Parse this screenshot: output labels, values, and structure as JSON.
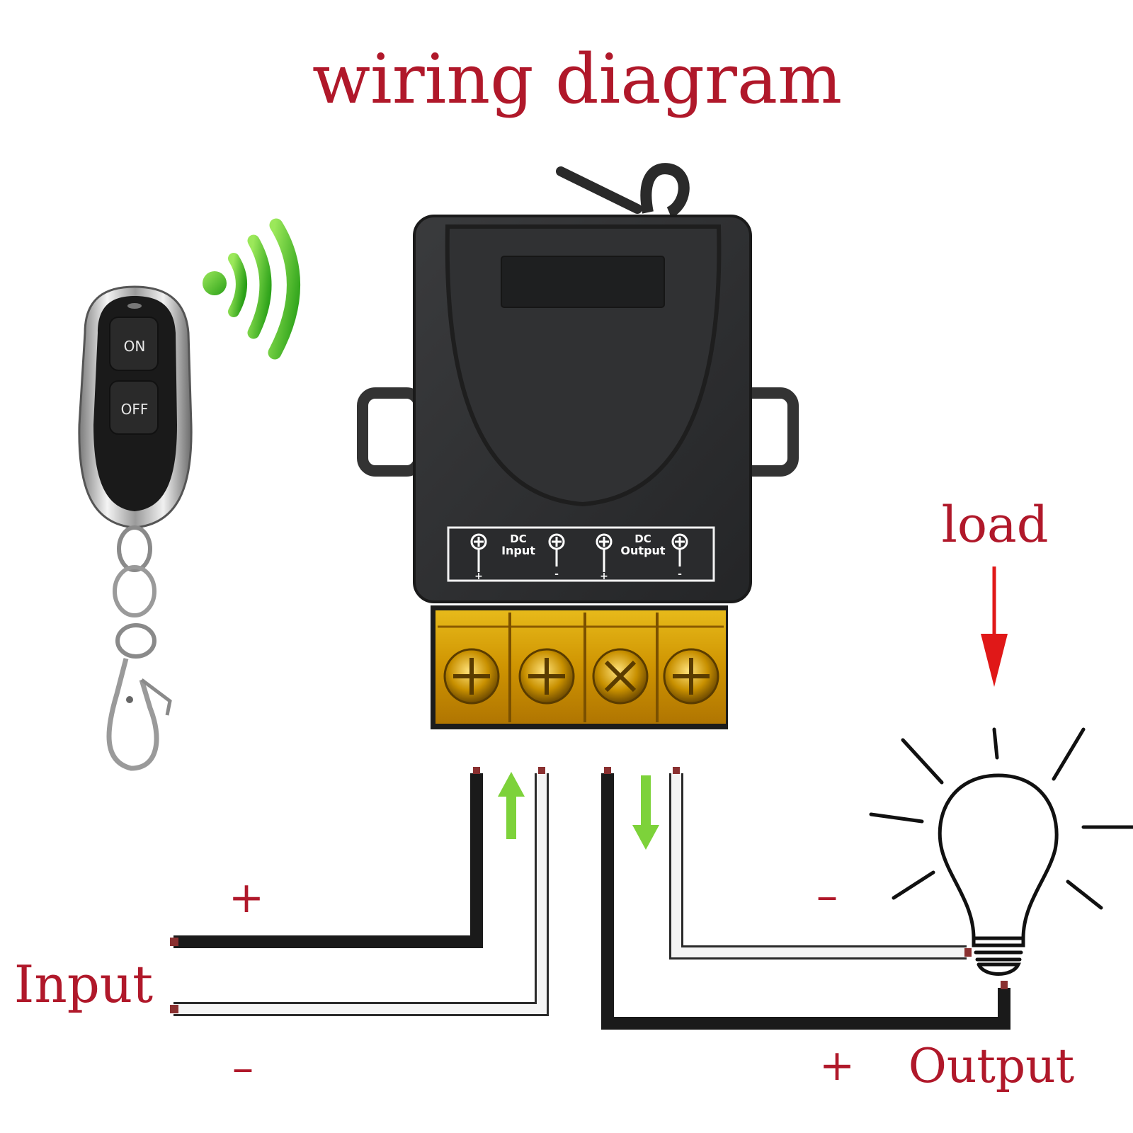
{
  "title": "wiring diagram",
  "remote": {
    "on_label": "ON",
    "off_label": "OFF"
  },
  "module": {
    "input_label_top": "DC",
    "input_label_bottom": "Input",
    "output_label_top": "DC",
    "output_label_bottom": "Output",
    "terminal_signs": [
      "+",
      "-",
      "+",
      "-"
    ]
  },
  "labels": {
    "load": "load",
    "input": "Input",
    "output": "Output",
    "input_plus": "+",
    "input_minus": "–",
    "output_minus": "–",
    "output_plus": "+"
  },
  "colors": {
    "title_red": "#b0182a",
    "signal_green": "#3fbf1f",
    "arrow_green": "#7dd23a",
    "load_arrow_red": "#e01818",
    "module_body": "#2e2f31",
    "terminal_amber": "#e0a800"
  },
  "icons": {
    "remote": "key-fob-remote-icon",
    "signal": "wireless-signal-icon",
    "bulb": "light-bulb-icon"
  }
}
